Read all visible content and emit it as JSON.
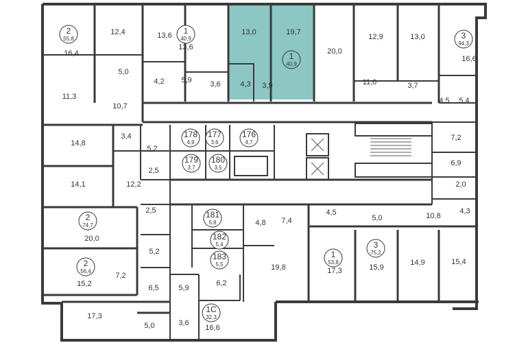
{
  "highlight_color": "#8cc7c3",
  "wall_color": "#3a3a3a",
  "apartments": [
    {
      "id": "a1",
      "rooms": "2",
      "total": "55,8"
    },
    {
      "id": "a2",
      "rooms": "1",
      "total": "40,9"
    },
    {
      "id": "a3",
      "rooms": "1",
      "total": "40,9",
      "selected": true
    },
    {
      "id": "a4",
      "rooms": "3",
      "total": "94,3"
    },
    {
      "id": "a5",
      "rooms": "178",
      "total": "4,9"
    },
    {
      "id": "a6",
      "rooms": "177",
      "total": "3,6"
    },
    {
      "id": "a7",
      "rooms": "176",
      "total": "4,7"
    },
    {
      "id": "a8",
      "rooms": "179",
      "total": "3,7"
    },
    {
      "id": "a9",
      "rooms": "180",
      "total": "3,5"
    },
    {
      "id": "a10",
      "rooms": "181",
      "total": "5,8"
    },
    {
      "id": "a11",
      "rooms": "182",
      "total": "5,4"
    },
    {
      "id": "a12",
      "rooms": "183",
      "total": "5,5"
    },
    {
      "id": "a13",
      "rooms": "2",
      "total": "74,7"
    },
    {
      "id": "a14",
      "rooms": "2",
      "total": "56,4"
    },
    {
      "id": "a15",
      "rooms": "1",
      "total": "53,8"
    },
    {
      "id": "a16",
      "rooms": "3",
      "total": "75,2"
    },
    {
      "id": "a17",
      "rooms": "1С",
      "total": "32,3"
    }
  ],
  "rooms": [
    "12,4",
    "13,6",
    "13,6",
    "13,0",
    "19,7",
    "20,0",
    "12,9",
    "13,0",
    "16,4",
    "5,0",
    "4,2",
    "5,9",
    "3,6",
    "4,3",
    "3,9",
    "11,0",
    "3,7",
    "16,6",
    "11,3",
    "10,7",
    "4,5",
    "5,4",
    "14,8",
    "3,4",
    "5,2",
    "7,2",
    "2,5",
    "14,1",
    "12,2",
    "6,9",
    "2,0",
    "4,3",
    "2,5",
    "4,5",
    "4,8",
    "7,4",
    "5,0",
    "10,8",
    "20,0",
    "5,2",
    "19,8",
    "17,3",
    "15,9",
    "14,9",
    "15,4",
    "15,2",
    "7,2",
    "6,5",
    "5,9",
    "6,2",
    "17,3",
    "5,0",
    "3,6",
    "16,6"
  ]
}
